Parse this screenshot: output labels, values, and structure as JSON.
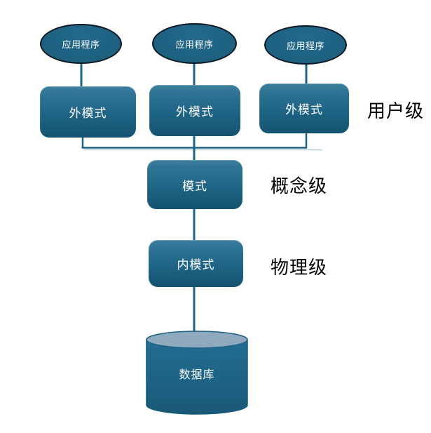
{
  "diagram": {
    "title_hint": "database three-schema architecture",
    "applications": [
      {
        "label": "应用程序"
      },
      {
        "label": "应用程序"
      },
      {
        "label": "应用程序"
      }
    ],
    "external_schemas": [
      {
        "label": "外模式"
      },
      {
        "label": "外模式"
      },
      {
        "label": "外模式"
      }
    ],
    "conceptual_schema": {
      "label": "模式"
    },
    "internal_schema": {
      "label": "内模式"
    },
    "database": {
      "label": "数据库"
    },
    "levels": {
      "user": "用户级",
      "conceptual": "概念级",
      "physical": "物理级"
    },
    "colors": {
      "ellipse_fill": "#1d6080",
      "ellipse_stroke": "#0d1a24",
      "box_gradient_top": "#2e7294",
      "box_gradient_bottom": "#14536f",
      "connector": "#1d6385",
      "cylinder_top_fill": "#8fa9be",
      "cylinder_body_top": "#226e92",
      "cylinder_body_bottom": "#1a5878",
      "shape_text": "#ffffff",
      "label_text": "#000000"
    }
  }
}
